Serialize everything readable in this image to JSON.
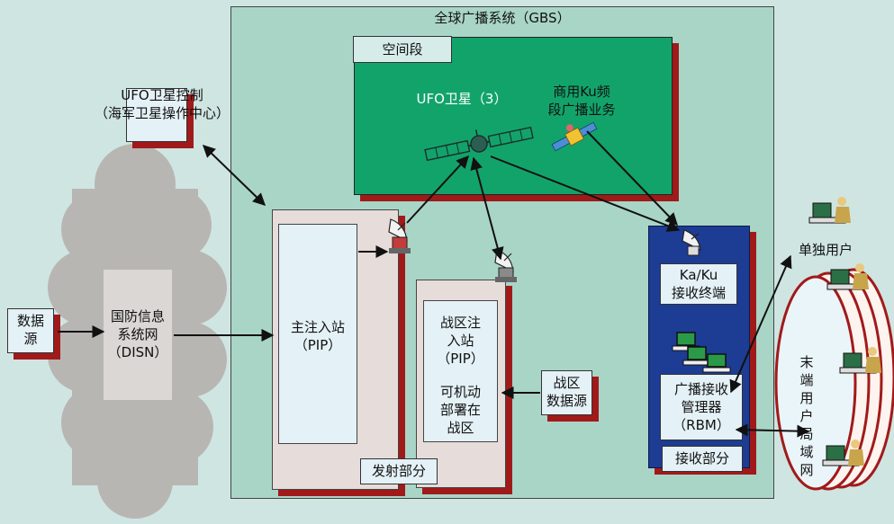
{
  "gbs": {
    "title": "全球广播系统（GBS）"
  },
  "space": {
    "label": "空间段",
    "ufo_satellite": "UFO卫星（3）",
    "ku_service": [
      "商用Ku频",
      "段广播业务"
    ]
  },
  "ufo_control": [
    "UFO卫星控制",
    "（海军卫星操作中心）"
  ],
  "disn": [
    "国防信息",
    "系统网",
    "（DISN）"
  ],
  "data_source": [
    "数据",
    "源"
  ],
  "transmit": {
    "main_station": [
      "主注入站",
      "（PIP）"
    ],
    "theater_station": [
      "战区注",
      "入站",
      "（PIP）"
    ],
    "mobile": [
      "可机动",
      "部署在",
      "战区"
    ],
    "section_label": "发射部分"
  },
  "theater_data_source": [
    "战区",
    "数据源"
  ],
  "receive": {
    "terminal": [
      "Ka/Ku",
      "接收终端"
    ],
    "rbm": [
      "广播接收",
      "管理器",
      "（RBM）"
    ],
    "section_label": "接收部分"
  },
  "users": {
    "single": "单独用户",
    "lan": [
      "末端",
      "用户",
      "局域",
      "网"
    ]
  },
  "colors": {
    "background": "#cfe5e2",
    "gbs_panel": "#a9d5c7",
    "space_segment": "#12a36b",
    "receive_panel": "#1d3c93",
    "shadow": "#a11a1a",
    "cloud": "#b8b6b3"
  }
}
